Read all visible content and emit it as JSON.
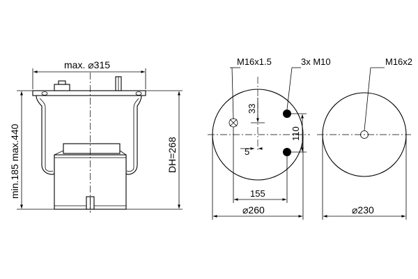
{
  "side_view": {
    "max_diameter_label": "max. ⌀315",
    "height_label": "min.185 max.440",
    "design_height_label": "DH=268"
  },
  "top_view": {
    "thread_label": "M16x1.5",
    "holes_label": "3x M10",
    "dim_33": "33",
    "dim_110": "110",
    "dim_5": "5",
    "dim_155": "155",
    "diameter_label": "⌀260"
  },
  "bottom_view": {
    "thread_label": "M16x2",
    "diameter_label": "⌀230"
  }
}
